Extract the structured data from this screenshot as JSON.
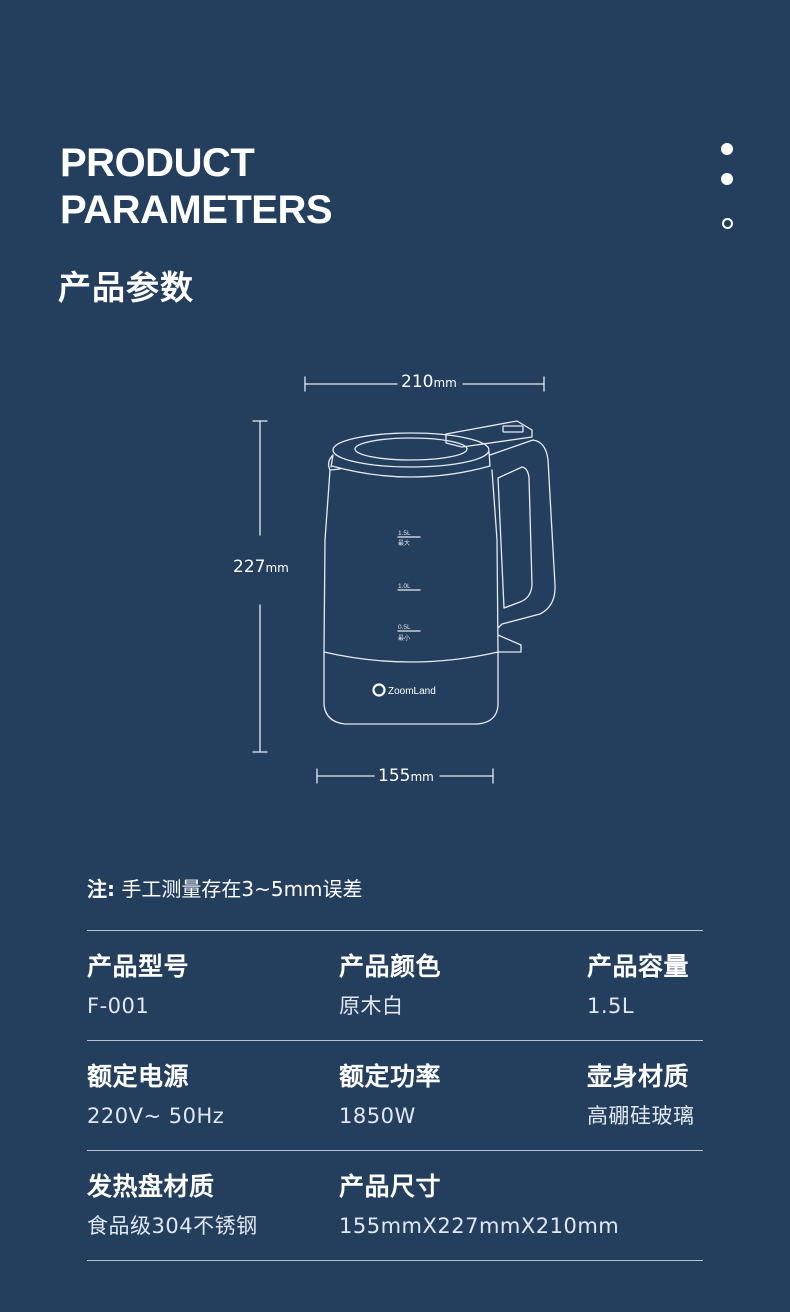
{
  "header": {
    "title_en_line1": "PRODUCT",
    "title_en_line2": "PARAMETERS",
    "title_cn": "产品参数"
  },
  "pager": {
    "icons": [
      "filled-dot",
      "filled-dot",
      "hollow-dot"
    ]
  },
  "diagram": {
    "width_value": "210",
    "width_unit": "mm",
    "height_value": "227",
    "height_unit": "mm",
    "base_value": "155",
    "base_unit": "mm",
    "mark_1_5": "1.5L",
    "mark_1_5_sub": "最大",
    "mark_1_0": "1.0L",
    "mark_0_5": "0.5L",
    "mark_0_5_sub": "最小",
    "brand": "ZoomLand"
  },
  "note": {
    "label": "注:",
    "text": " 手工测量存在3~5mm误差"
  },
  "specs": [
    [
      {
        "key": "产品型号",
        "value": "F-001"
      },
      {
        "key": "产品颜色",
        "value": "原木白"
      },
      {
        "key": "产品容量",
        "value": "1.5L"
      }
    ],
    [
      {
        "key": "额定电源",
        "value": "220V~ 50Hz"
      },
      {
        "key": "额定功率",
        "value": "1850W"
      },
      {
        "key": "壶身材质",
        "value": "高硼硅玻璃"
      }
    ],
    [
      {
        "key": "发热盘材质",
        "value": "食品级304不锈钢"
      },
      {
        "key": "产品尺寸",
        "value": "155mmX227mmX210mm"
      }
    ]
  ],
  "colors": {
    "background": "#243f5e",
    "text": "#ffffff",
    "rule": "#b9c4d2"
  }
}
